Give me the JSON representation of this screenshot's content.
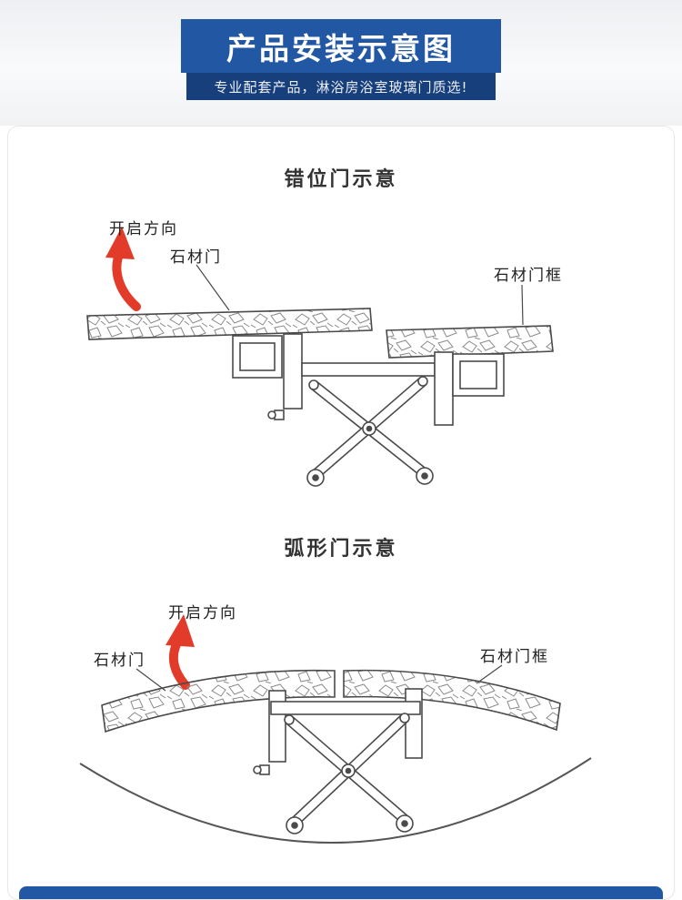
{
  "header": {
    "title": "产品安装示意图",
    "subtitle": "专业配套产品，淋浴房浴室玻璃门质选!"
  },
  "sections": [
    {
      "id": "staggered-door",
      "title": "错位门示意",
      "labels": {
        "open_direction": "开启方向",
        "stone_door": "石材门",
        "stone_door_frame": "石材门框"
      }
    },
    {
      "id": "arc-door",
      "title": "弧形门示意",
      "labels": {
        "open_direction": "开启方向",
        "stone_door": "石材门",
        "stone_door_frame": "石材门框"
      }
    }
  ],
  "colors": {
    "banner": "#2257a4",
    "subbanner": "#173f7c",
    "arrow": "#e23b2a",
    "line": "#4a4a4a"
  }
}
